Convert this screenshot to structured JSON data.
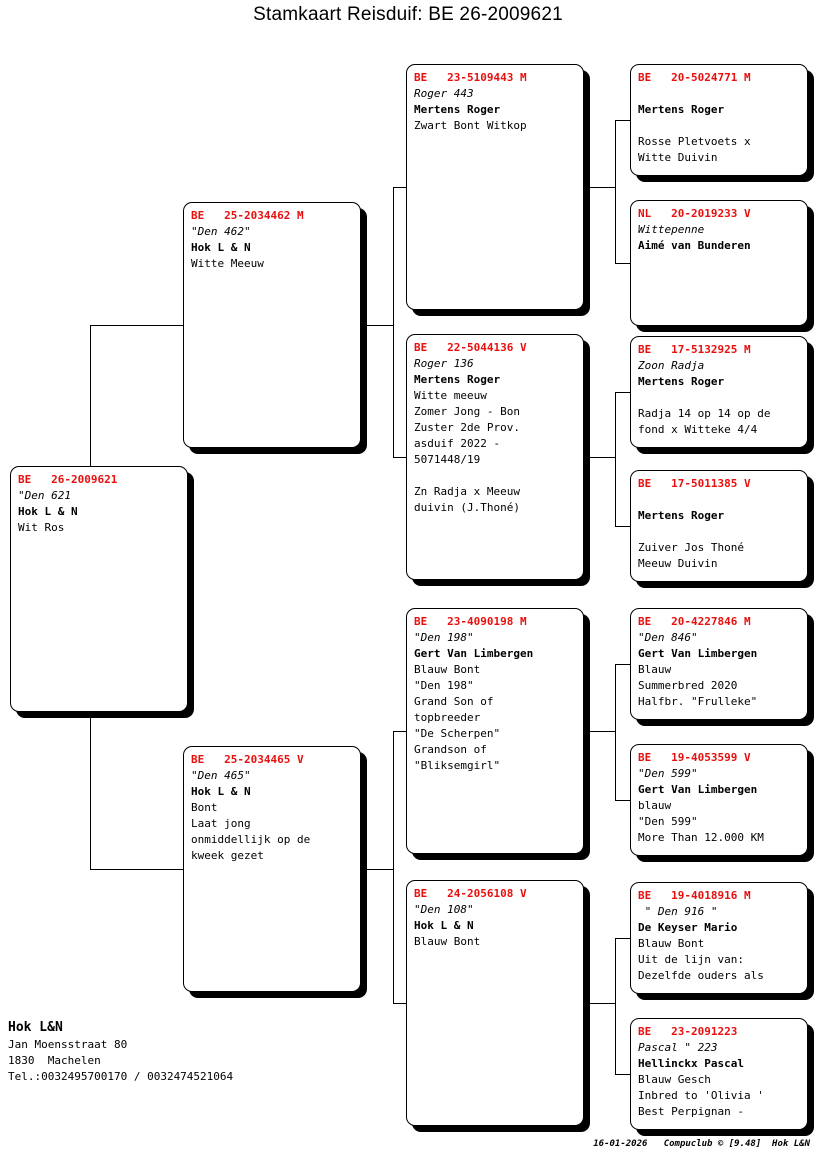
{
  "header": {
    "title": "Stamkaart Reisduif: BE  26-2009621"
  },
  "breeder": {
    "name": "Hok L&N",
    "address_line1": "Jan Moensstraat 80",
    "address_line2": "1830  Machelen",
    "phone": "Tel.:0032495700170 / 0032474521064"
  },
  "footer": {
    "stamp": "16-01-2026   Compuclub © [9.48]  Hok L&N"
  },
  "colors": {
    "ring_number": "#e8100f",
    "text": "#000000",
    "card_background": "#ffffff",
    "shadow": "#000000"
  },
  "pedigree": {
    "subject": {
      "ring": "BE   26-2009621",
      "lines": [
        {
          "text": "\"Den 621",
          "style": "italic"
        },
        {
          "text": "Hok L & N",
          "style": "bold"
        },
        {
          "text": "Wit Ros",
          "style": "normal"
        }
      ]
    },
    "generation2": [
      {
        "ring": "BE   25-2034462 M",
        "lines": [
          {
            "text": "\"Den 462\"",
            "style": "italic"
          },
          {
            "text": "Hok L & N",
            "style": "bold"
          },
          {
            "text": "Witte Meeuw",
            "style": "normal"
          }
        ]
      },
      {
        "ring": "BE   25-2034465 V",
        "lines": [
          {
            "text": "\"Den 465\"",
            "style": "italic"
          },
          {
            "text": "Hok L & N",
            "style": "bold"
          },
          {
            "text": "Bont",
            "style": "normal"
          },
          {
            "text": "Laat jong",
            "style": "normal"
          },
          {
            "text": "onmiddellijk op de",
            "style": "normal"
          },
          {
            "text": "kweek gezet",
            "style": "normal"
          }
        ]
      }
    ],
    "generation3": [
      {
        "ring": "BE   23-5109443 M",
        "lines": [
          {
            "text": "Roger 443",
            "style": "italic"
          },
          {
            "text": "Mertens Roger",
            "style": "bold"
          },
          {
            "text": "Zwart Bont Witkop",
            "style": "normal"
          }
        ]
      },
      {
        "ring": "BE   22-5044136 V",
        "lines": [
          {
            "text": "Roger 136",
            "style": "italic"
          },
          {
            "text": "Mertens Roger",
            "style": "bold"
          },
          {
            "text": "Witte meeuw",
            "style": "normal"
          },
          {
            "text": "Zomer Jong - Bon",
            "style": "normal"
          },
          {
            "text": "Zuster 2de Prov.",
            "style": "normal"
          },
          {
            "text": "asduif 2022 -",
            "style": "normal"
          },
          {
            "text": "5071448/19",
            "style": "normal"
          },
          {
            "text": "",
            "style": "blank"
          },
          {
            "text": "Zn Radja x Meeuw",
            "style": "normal"
          },
          {
            "text": "duivin (J.Thoné)",
            "style": "normal"
          }
        ]
      },
      {
        "ring": "BE   23-4090198 M",
        "lines": [
          {
            "text": "\"Den 198\"",
            "style": "italic"
          },
          {
            "text": "Gert Van Limbergen",
            "style": "bold"
          },
          {
            "text": "Blauw Bont",
            "style": "normal"
          },
          {
            "text": "\"Den 198\"",
            "style": "normal"
          },
          {
            "text": "Grand Son of",
            "style": "normal"
          },
          {
            "text": "topbreeder",
            "style": "normal"
          },
          {
            "text": "\"De Scherpen\"",
            "style": "normal"
          },
          {
            "text": "Grandson of",
            "style": "normal"
          },
          {
            "text": "\"Bliksemgirl\"",
            "style": "normal"
          }
        ]
      },
      {
        "ring": "BE   24-2056108 V",
        "lines": [
          {
            "text": "\"Den 108\"",
            "style": "italic"
          },
          {
            "text": "Hok L & N",
            "style": "bold"
          },
          {
            "text": "Blauw Bont",
            "style": "normal"
          }
        ]
      }
    ],
    "generation4": [
      {
        "ring": "BE   20-5024771 M",
        "lines": [
          {
            "text": "",
            "style": "blank"
          },
          {
            "text": "Mertens Roger",
            "style": "bold"
          },
          {
            "text": "",
            "style": "blank"
          },
          {
            "text": "Rosse Pletvoets x",
            "style": "normal"
          },
          {
            "text": "Witte Duivin",
            "style": "normal"
          }
        ]
      },
      {
        "ring": "NL   20-2019233 V",
        "lines": [
          {
            "text": "Wittepenne",
            "style": "italic"
          },
          {
            "text": "Aimé van Bunderen",
            "style": "bold"
          }
        ]
      },
      {
        "ring": "BE   17-5132925 M",
        "lines": [
          {
            "text": "Zoon Radja",
            "style": "italic"
          },
          {
            "text": "Mertens Roger",
            "style": "bold"
          },
          {
            "text": "",
            "style": "blank"
          },
          {
            "text": "Radja 14 op 14 op de",
            "style": "normal"
          },
          {
            "text": "fond x Witteke 4/4",
            "style": "normal"
          }
        ]
      },
      {
        "ring": "BE   17-5011385 V",
        "lines": [
          {
            "text": "",
            "style": "blank"
          },
          {
            "text": "Mertens Roger",
            "style": "bold"
          },
          {
            "text": "",
            "style": "blank"
          },
          {
            "text": "Zuiver Jos Thoné",
            "style": "normal"
          },
          {
            "text": "Meeuw Duivin",
            "style": "normal"
          }
        ]
      },
      {
        "ring": "BE   20-4227846 M",
        "lines": [
          {
            "text": "\"Den 846\"",
            "style": "italic"
          },
          {
            "text": "Gert Van Limbergen",
            "style": "bold"
          },
          {
            "text": "Blauw",
            "style": "normal"
          },
          {
            "text": "Summerbred 2020",
            "style": "normal"
          },
          {
            "text": "Halfbr. \"Frulleke\"",
            "style": "normal"
          }
        ]
      },
      {
        "ring": "BE   19-4053599 V",
        "lines": [
          {
            "text": "\"Den 599\"",
            "style": "italic"
          },
          {
            "text": "Gert Van Limbergen",
            "style": "bold"
          },
          {
            "text": "blauw",
            "style": "normal"
          },
          {
            "text": "\"Den 599\"",
            "style": "normal"
          },
          {
            "text": "More Than 12.000 KM",
            "style": "normal"
          }
        ]
      },
      {
        "ring": "BE   19-4018916 M",
        "lines": [
          {
            "text": " \" Den 916 \"",
            "style": "italic"
          },
          {
            "text": "De Keyser Mario",
            "style": "bold"
          },
          {
            "text": "Blauw Bont",
            "style": "normal"
          },
          {
            "text": "Uit de lijn van:",
            "style": "normal"
          },
          {
            "text": "Dezelfde ouders als",
            "style": "normal"
          }
        ]
      },
      {
        "ring": "BE   23-2091223",
        "lines": [
          {
            "text": "Pascal \" 223",
            "style": "italic"
          },
          {
            "text": "Hellinckx Pascal",
            "style": "bold"
          },
          {
            "text": "Blauw Gesch",
            "style": "normal"
          },
          {
            "text": "Inbred to 'Olivia '",
            "style": "normal"
          },
          {
            "text": "Best Perpignan -",
            "style": "normal"
          }
        ]
      }
    ]
  }
}
